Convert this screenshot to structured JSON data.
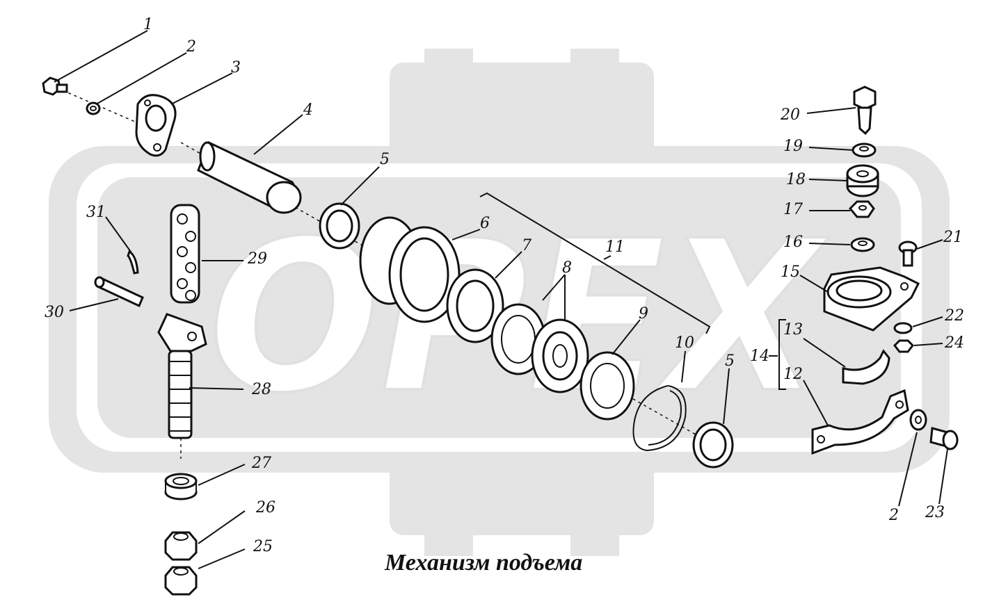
{
  "caption": "Механизм подъема",
  "watermark": {
    "text": "OPEX",
    "color": "#e4e4e4"
  },
  "callouts": [
    {
      "id": "callout-1",
      "text": "1"
    },
    {
      "id": "callout-2-top",
      "text": "2"
    },
    {
      "id": "callout-3",
      "text": "3"
    },
    {
      "id": "callout-4",
      "text": "4"
    },
    {
      "id": "callout-5-left",
      "text": "5"
    },
    {
      "id": "callout-6",
      "text": "6"
    },
    {
      "id": "callout-7",
      "text": "7"
    },
    {
      "id": "callout-8",
      "text": "8"
    },
    {
      "id": "callout-9",
      "text": "9"
    },
    {
      "id": "callout-10",
      "text": "10"
    },
    {
      "id": "callout-5-right",
      "text": "5"
    },
    {
      "id": "callout-11",
      "text": "11"
    },
    {
      "id": "callout-12",
      "text": "12"
    },
    {
      "id": "callout-13",
      "text": "13"
    },
    {
      "id": "callout-14",
      "text": "14"
    },
    {
      "id": "callout-15",
      "text": "15"
    },
    {
      "id": "callout-16",
      "text": "16"
    },
    {
      "id": "callout-17",
      "text": "17"
    },
    {
      "id": "callout-18",
      "text": "18"
    },
    {
      "id": "callout-19",
      "text": "19"
    },
    {
      "id": "callout-20",
      "text": "20"
    },
    {
      "id": "callout-21",
      "text": "21"
    },
    {
      "id": "callout-22",
      "text": "22"
    },
    {
      "id": "callout-24",
      "text": "24"
    },
    {
      "id": "callout-2-bottom",
      "text": "2"
    },
    {
      "id": "callout-23",
      "text": "23"
    },
    {
      "id": "callout-25",
      "text": "25"
    },
    {
      "id": "callout-26",
      "text": "26"
    },
    {
      "id": "callout-27",
      "text": "27"
    },
    {
      "id": "callout-28",
      "text": "28"
    },
    {
      "id": "callout-29",
      "text": "29"
    },
    {
      "id": "callout-30",
      "text": "30"
    },
    {
      "id": "callout-31",
      "text": "31"
    }
  ]
}
